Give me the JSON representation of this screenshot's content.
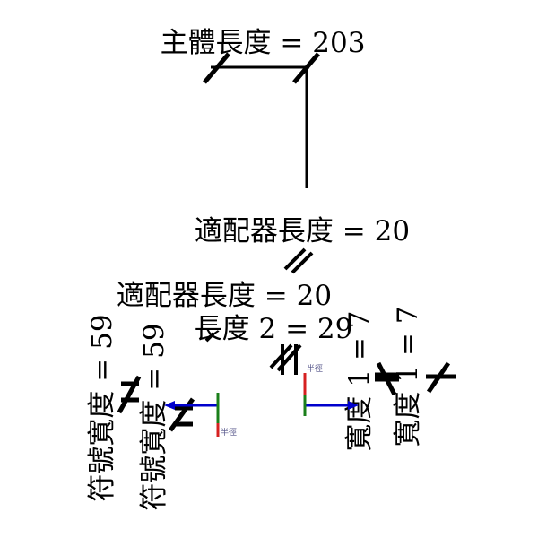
{
  "dimensions": {
    "body_length": "主體長度 = 203",
    "adapter_length_1": "適配器長度 = 20",
    "adapter_length_2": "適配器長度 = 20",
    "length_2": "長度 2 = 29",
    "symbol_width_1": "符號寬度 = 59",
    "symbol_width_2": "符號寬度 = 59",
    "width_1_a": "寬度 1 = 7",
    "width_1_b": "寬度 1 = 7"
  },
  "connectors": {
    "left_radius_label": "半徑",
    "right_radius_label": "半徑"
  },
  "colors": {
    "axis_x": "#0000cc",
    "axis_y": "#1a7f1a",
    "radius": "#d62020"
  }
}
